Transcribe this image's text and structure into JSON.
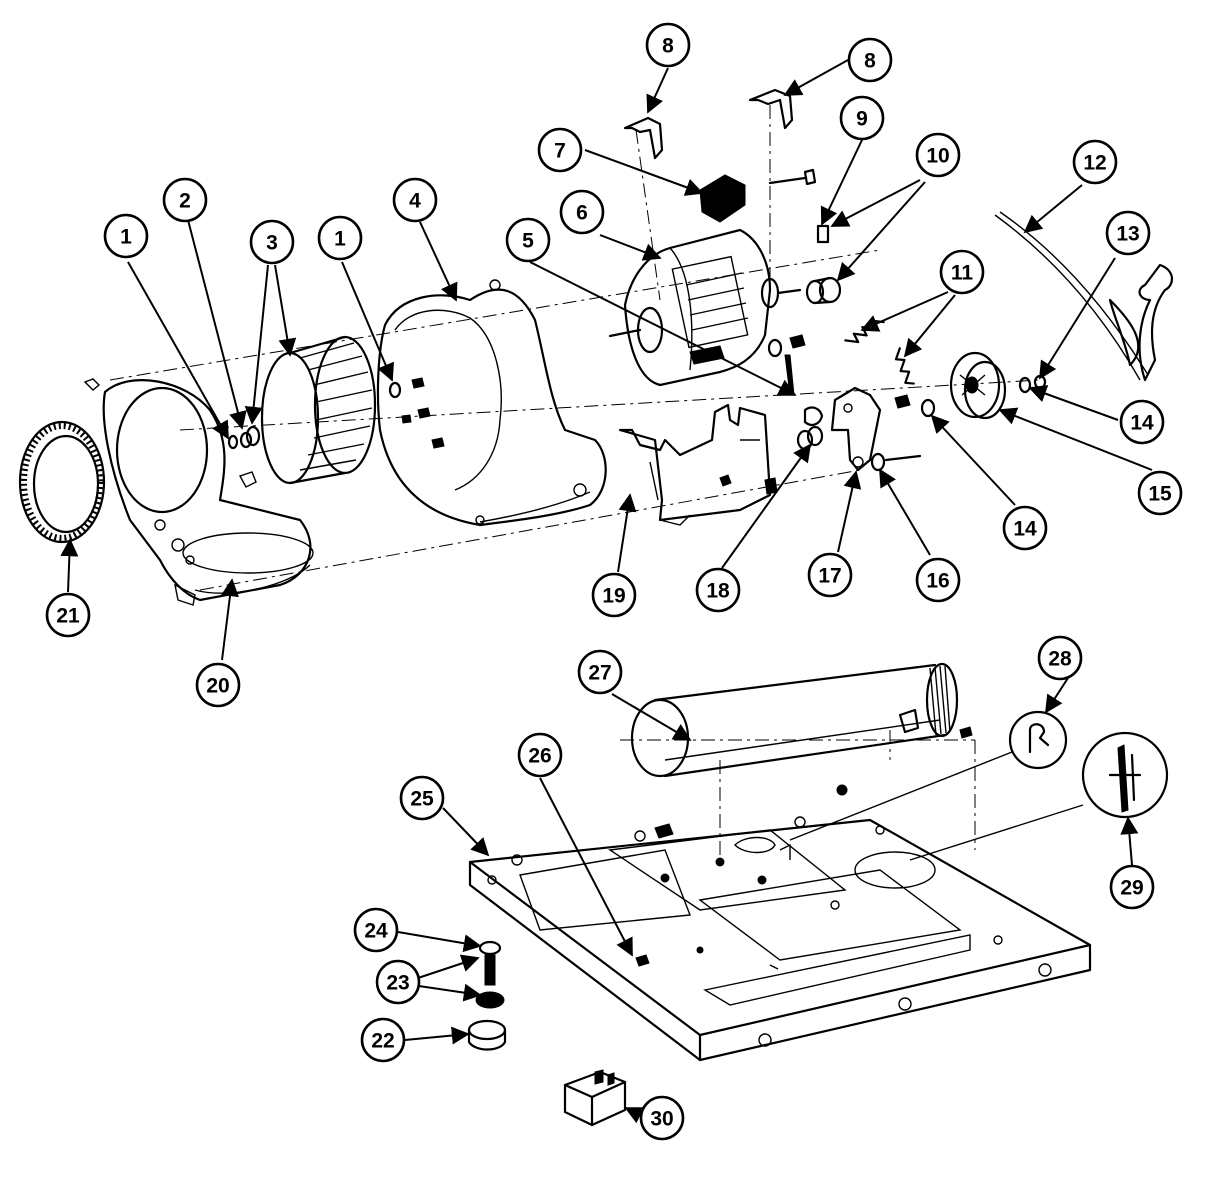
{
  "callouts": [
    {
      "id": "c1a",
      "label": "1"
    },
    {
      "id": "c2",
      "label": "2"
    },
    {
      "id": "c3",
      "label": "3"
    },
    {
      "id": "c1b",
      "label": "1"
    },
    {
      "id": "c4",
      "label": "4"
    },
    {
      "id": "c5",
      "label": "5"
    },
    {
      "id": "c6",
      "label": "6"
    },
    {
      "id": "c7",
      "label": "7"
    },
    {
      "id": "c8a",
      "label": "8"
    },
    {
      "id": "c8b",
      "label": "8"
    },
    {
      "id": "c9",
      "label": "9"
    },
    {
      "id": "c10",
      "label": "10"
    },
    {
      "id": "c11",
      "label": "11"
    },
    {
      "id": "c12",
      "label": "12"
    },
    {
      "id": "c13",
      "label": "13"
    },
    {
      "id": "c14a",
      "label": "14"
    },
    {
      "id": "c14b",
      "label": "14"
    },
    {
      "id": "c15",
      "label": "15"
    },
    {
      "id": "c16",
      "label": "16"
    },
    {
      "id": "c17",
      "label": "17"
    },
    {
      "id": "c18",
      "label": "18"
    },
    {
      "id": "c19",
      "label": "19"
    },
    {
      "id": "c20",
      "label": "20"
    },
    {
      "id": "c21",
      "label": "21"
    },
    {
      "id": "c22",
      "label": "22"
    },
    {
      "id": "c23",
      "label": "23"
    },
    {
      "id": "c24",
      "label": "24"
    },
    {
      "id": "c25",
      "label": "25"
    },
    {
      "id": "c26",
      "label": "26"
    },
    {
      "id": "c27",
      "label": "27"
    },
    {
      "id": "c28",
      "label": "28"
    },
    {
      "id": "c29",
      "label": "29"
    },
    {
      "id": "c30",
      "label": "30"
    }
  ]
}
